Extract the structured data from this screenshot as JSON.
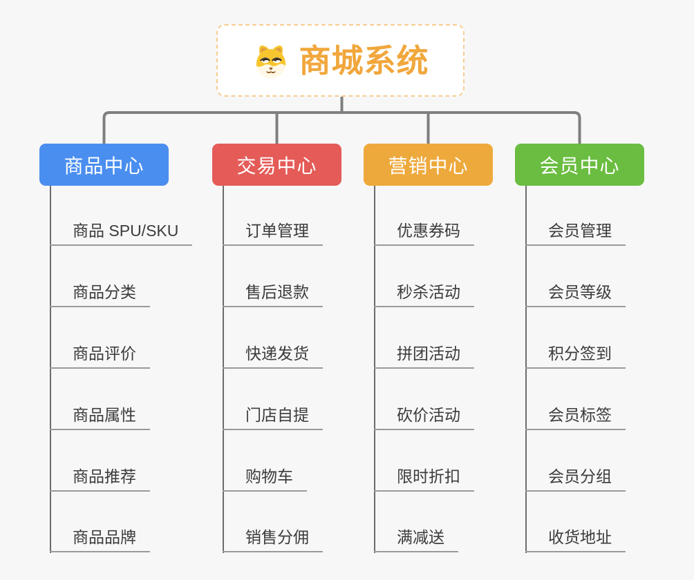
{
  "page": {
    "background": "#F7F7F7",
    "connector_color": "#7F7F7F"
  },
  "root": {
    "label": "商城系统",
    "icon": "shiba-dog-icon",
    "text_color": "#F1A73C",
    "border_color": "#F6CC92"
  },
  "branches": [
    {
      "label": "商品中心",
      "color": "#4A8EF0",
      "children": [
        "商品 SPU/SKU",
        "商品分类",
        "商品评价",
        "商品属性",
        "商品推荐",
        "商品品牌"
      ]
    },
    {
      "label": "交易中心",
      "color": "#E45B58",
      "children": [
        "订单管理",
        "售后退款",
        "快递发货",
        "门店自提",
        "购物车",
        "销售分佣"
      ]
    },
    {
      "label": "营销中心",
      "color": "#EEA93C",
      "children": [
        "优惠券码",
        "秒杀活动",
        "拼团活动",
        "砍价活动",
        "限时折扣",
        "满减送"
      ]
    },
    {
      "label": "会员中心",
      "color": "#6ABD40",
      "children": [
        "会员管理",
        "会员等级",
        "积分签到",
        "会员标签",
        "会员分组",
        "收货地址"
      ]
    }
  ]
}
